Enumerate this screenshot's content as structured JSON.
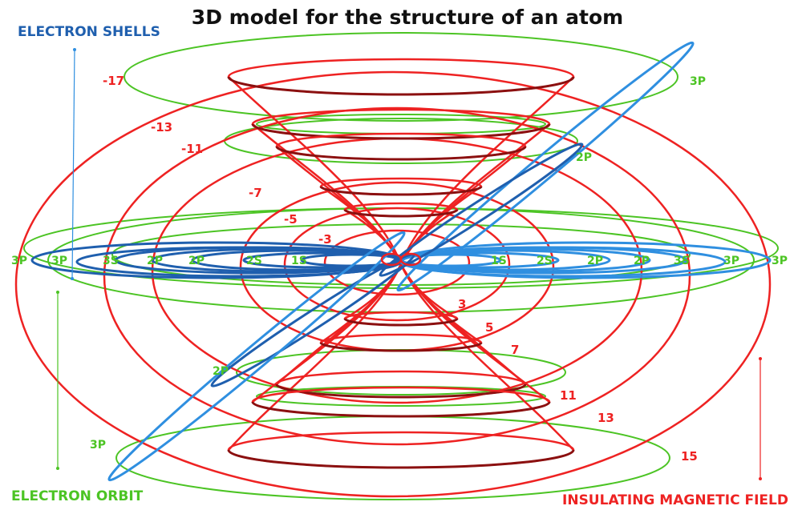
{
  "title": "3D model for the structure of an atom",
  "captions": {
    "electron_shells": "ELECTRON SHELLS",
    "electron_orbit": "ELECTRON ORBIT",
    "insulating_field": "INSULATING MAGNETIC FIELD"
  },
  "colors": {
    "shells": "#1f5fae",
    "shell_orbit": "#2f8fe0",
    "orbit": "#4cc424",
    "field": "#ee2222",
    "field_dark": "#8b1010",
    "title": "#111111"
  },
  "shell_labels": {
    "left": [
      "3P",
      "3P",
      "3S",
      "2P",
      "2P",
      "2S",
      "1S"
    ],
    "right": [
      "1S",
      "2S",
      "2P",
      "2P",
      "3S",
      "3P",
      "3P"
    ],
    "tilted": [
      "3P",
      "2P",
      "2P",
      "3P"
    ]
  },
  "field_numbers": {
    "negative": [
      "-17",
      "-13",
      "-11",
      "-7",
      "-5",
      "-3"
    ],
    "positive": [
      "3",
      "5",
      "7",
      "11",
      "13",
      "15"
    ]
  }
}
